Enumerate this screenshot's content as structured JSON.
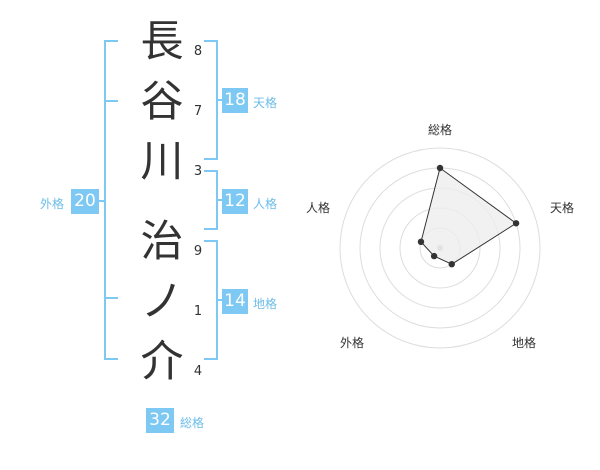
{
  "name": {
    "chars": [
      {
        "char": "長",
        "strokes": "8"
      },
      {
        "char": "谷",
        "strokes": "7"
      },
      {
        "char": "川",
        "strokes": "3"
      },
      {
        "char": "治",
        "strokes": "9"
      },
      {
        "char": "ノ",
        "strokes": "1"
      },
      {
        "char": "介",
        "strokes": "4"
      }
    ]
  },
  "fortune": {
    "tenkaku": {
      "value": "18",
      "label": "天格"
    },
    "jinkaku": {
      "value": "12",
      "label": "人格"
    },
    "chikaku": {
      "value": "14",
      "label": "地格"
    },
    "gaikaku": {
      "value": "20",
      "label": "外格"
    },
    "soukaku": {
      "value": "32",
      "label": "総格"
    }
  },
  "chart_data": {
    "type": "radar",
    "axes": [
      "総格",
      "天格",
      "地格",
      "外格",
      "人格"
    ],
    "values": [
      4,
      4,
      1,
      0.5,
      1
    ],
    "max": 5,
    "rings": 5,
    "colors": {
      "fill": "#eeeeee",
      "line": "#333333",
      "grid": "#dddddd",
      "center": "#bbbbbb"
    }
  }
}
